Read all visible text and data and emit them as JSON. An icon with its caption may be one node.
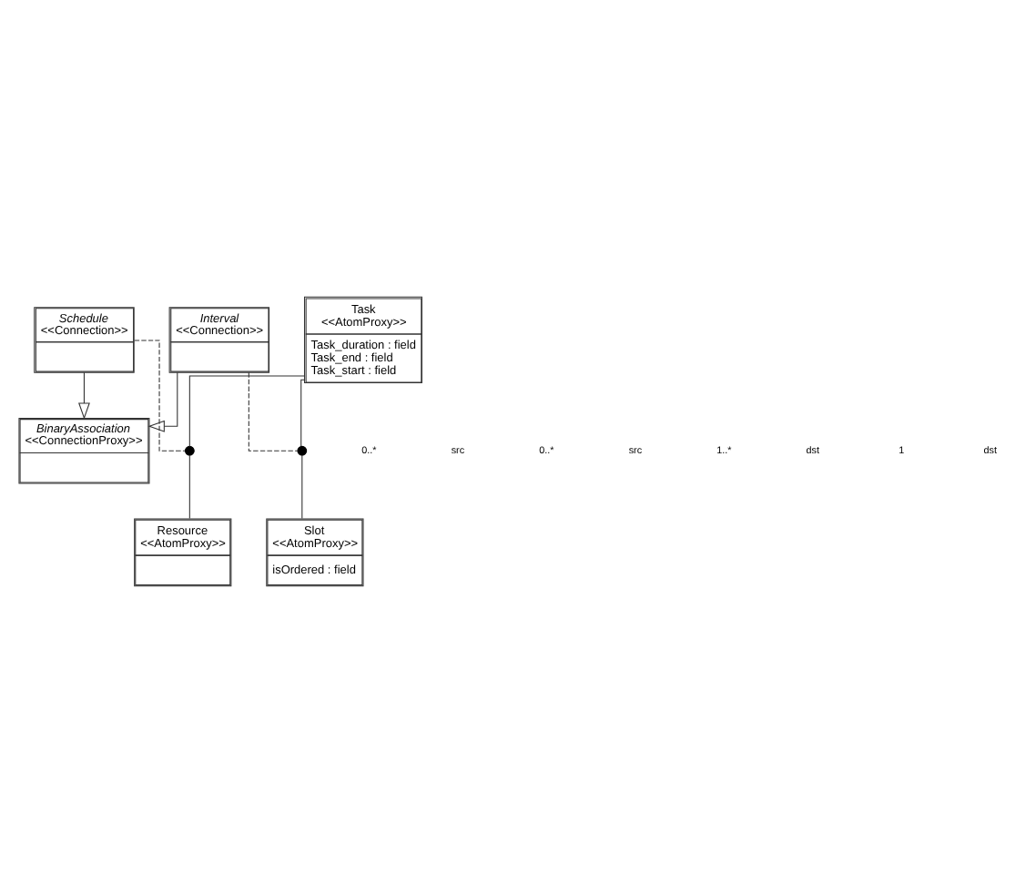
{
  "diagram": {
    "nodes": [
      {
        "text": [
          "BinaryAssociation",
          "<<ConnectionProxy>>"
        ]
      },
      {
        "text": [
          "Schedule",
          "<<Connection>>"
        ]
      },
      {
        "text": [
          "Interval",
          "<<Connection>>"
        ]
      },
      {
        "text": [
          "Task",
          "<<AtomProxy>>",
          "Task_duration : field",
          "Task_end : field",
          "Task_start : field"
        ]
      },
      {
        "text": [
          "Resource",
          "<<AtomProxy>>"
        ]
      },
      {
        "text": [
          "Slot",
          "<<AtomProxy>>",
          "isOrdered : field"
        ]
      },
      {
        "text": [],
        "shape": "circle"
      },
      {
        "text": [],
        "shape": "circle"
      }
    ],
    "edges": [
      {
        "from": 1,
        "to": 0,
        "arrow": "to"
      },
      {
        "from": 2,
        "to": 0,
        "arrow": "to"
      },
      {
        "from": 3,
        "to": 7,
        "arrow": "none"
      },
      {
        "from": 7,
        "to": 5,
        "arrow": "none"
      },
      {
        "from": 2,
        "to": 7,
        "arrow": "none",
        "style": "dashed"
      },
      {
        "from": 3,
        "to": 6,
        "arrow": "none"
      },
      {
        "from": 6,
        "to": 4,
        "arrow": "none"
      },
      {
        "from": 1,
        "to": 6,
        "arrow": "none",
        "style": "dashed"
      }
    ],
    "labels": [
      "0..*",
      "src",
      "0..*",
      "src",
      "1..*",
      "dst",
      "1",
      "dst"
    ]
  }
}
